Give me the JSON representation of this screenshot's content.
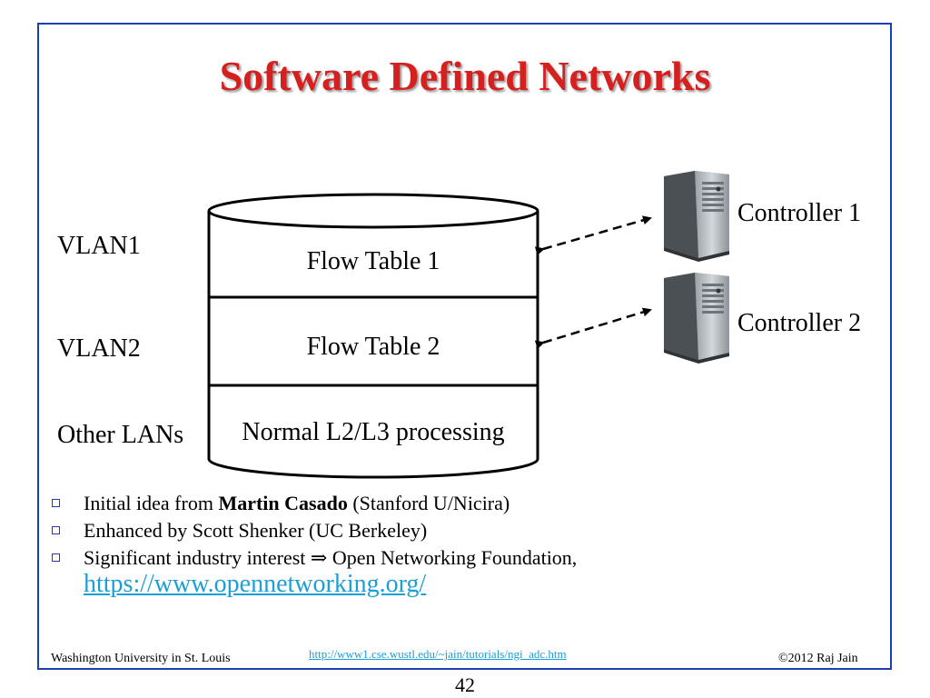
{
  "slide": {
    "title": "Software Defined Networks",
    "vlans": [
      "VLAN1",
      "VLAN2",
      "Other LANs"
    ],
    "flow_tables": [
      "Flow Table 1",
      "Flow Table 2",
      "Normal L2/L3 processing"
    ],
    "controllers": [
      "Controller 1",
      "Controller 2"
    ],
    "bullets": {
      "b1_prefix": "Initial idea from ",
      "b1_bold": "Martin Casado",
      "b1_suffix": " (Stanford U/Nicira)",
      "b2": "Enhanced by Scott Shenker (UC Berkeley)",
      "b3": "Significant industry interest ⇒ Open Networking Foundation,",
      "b3_link": "https://www.opennetworking.org/"
    }
  },
  "footer": {
    "left": "Washington University in St. Louis",
    "link": "http://www1.cse.wustl.edu/~jain/tutorials/ngi_adc.htm",
    "right": "©2012 Raj Jain"
  },
  "page_number": "42",
  "icons": {
    "server": "server-tower-icon",
    "bullet": "hollow-square-bullet-icon"
  },
  "colors": {
    "title": "#d61f1f",
    "frame": "#1a3fb5",
    "link": "#1a9fd6"
  }
}
